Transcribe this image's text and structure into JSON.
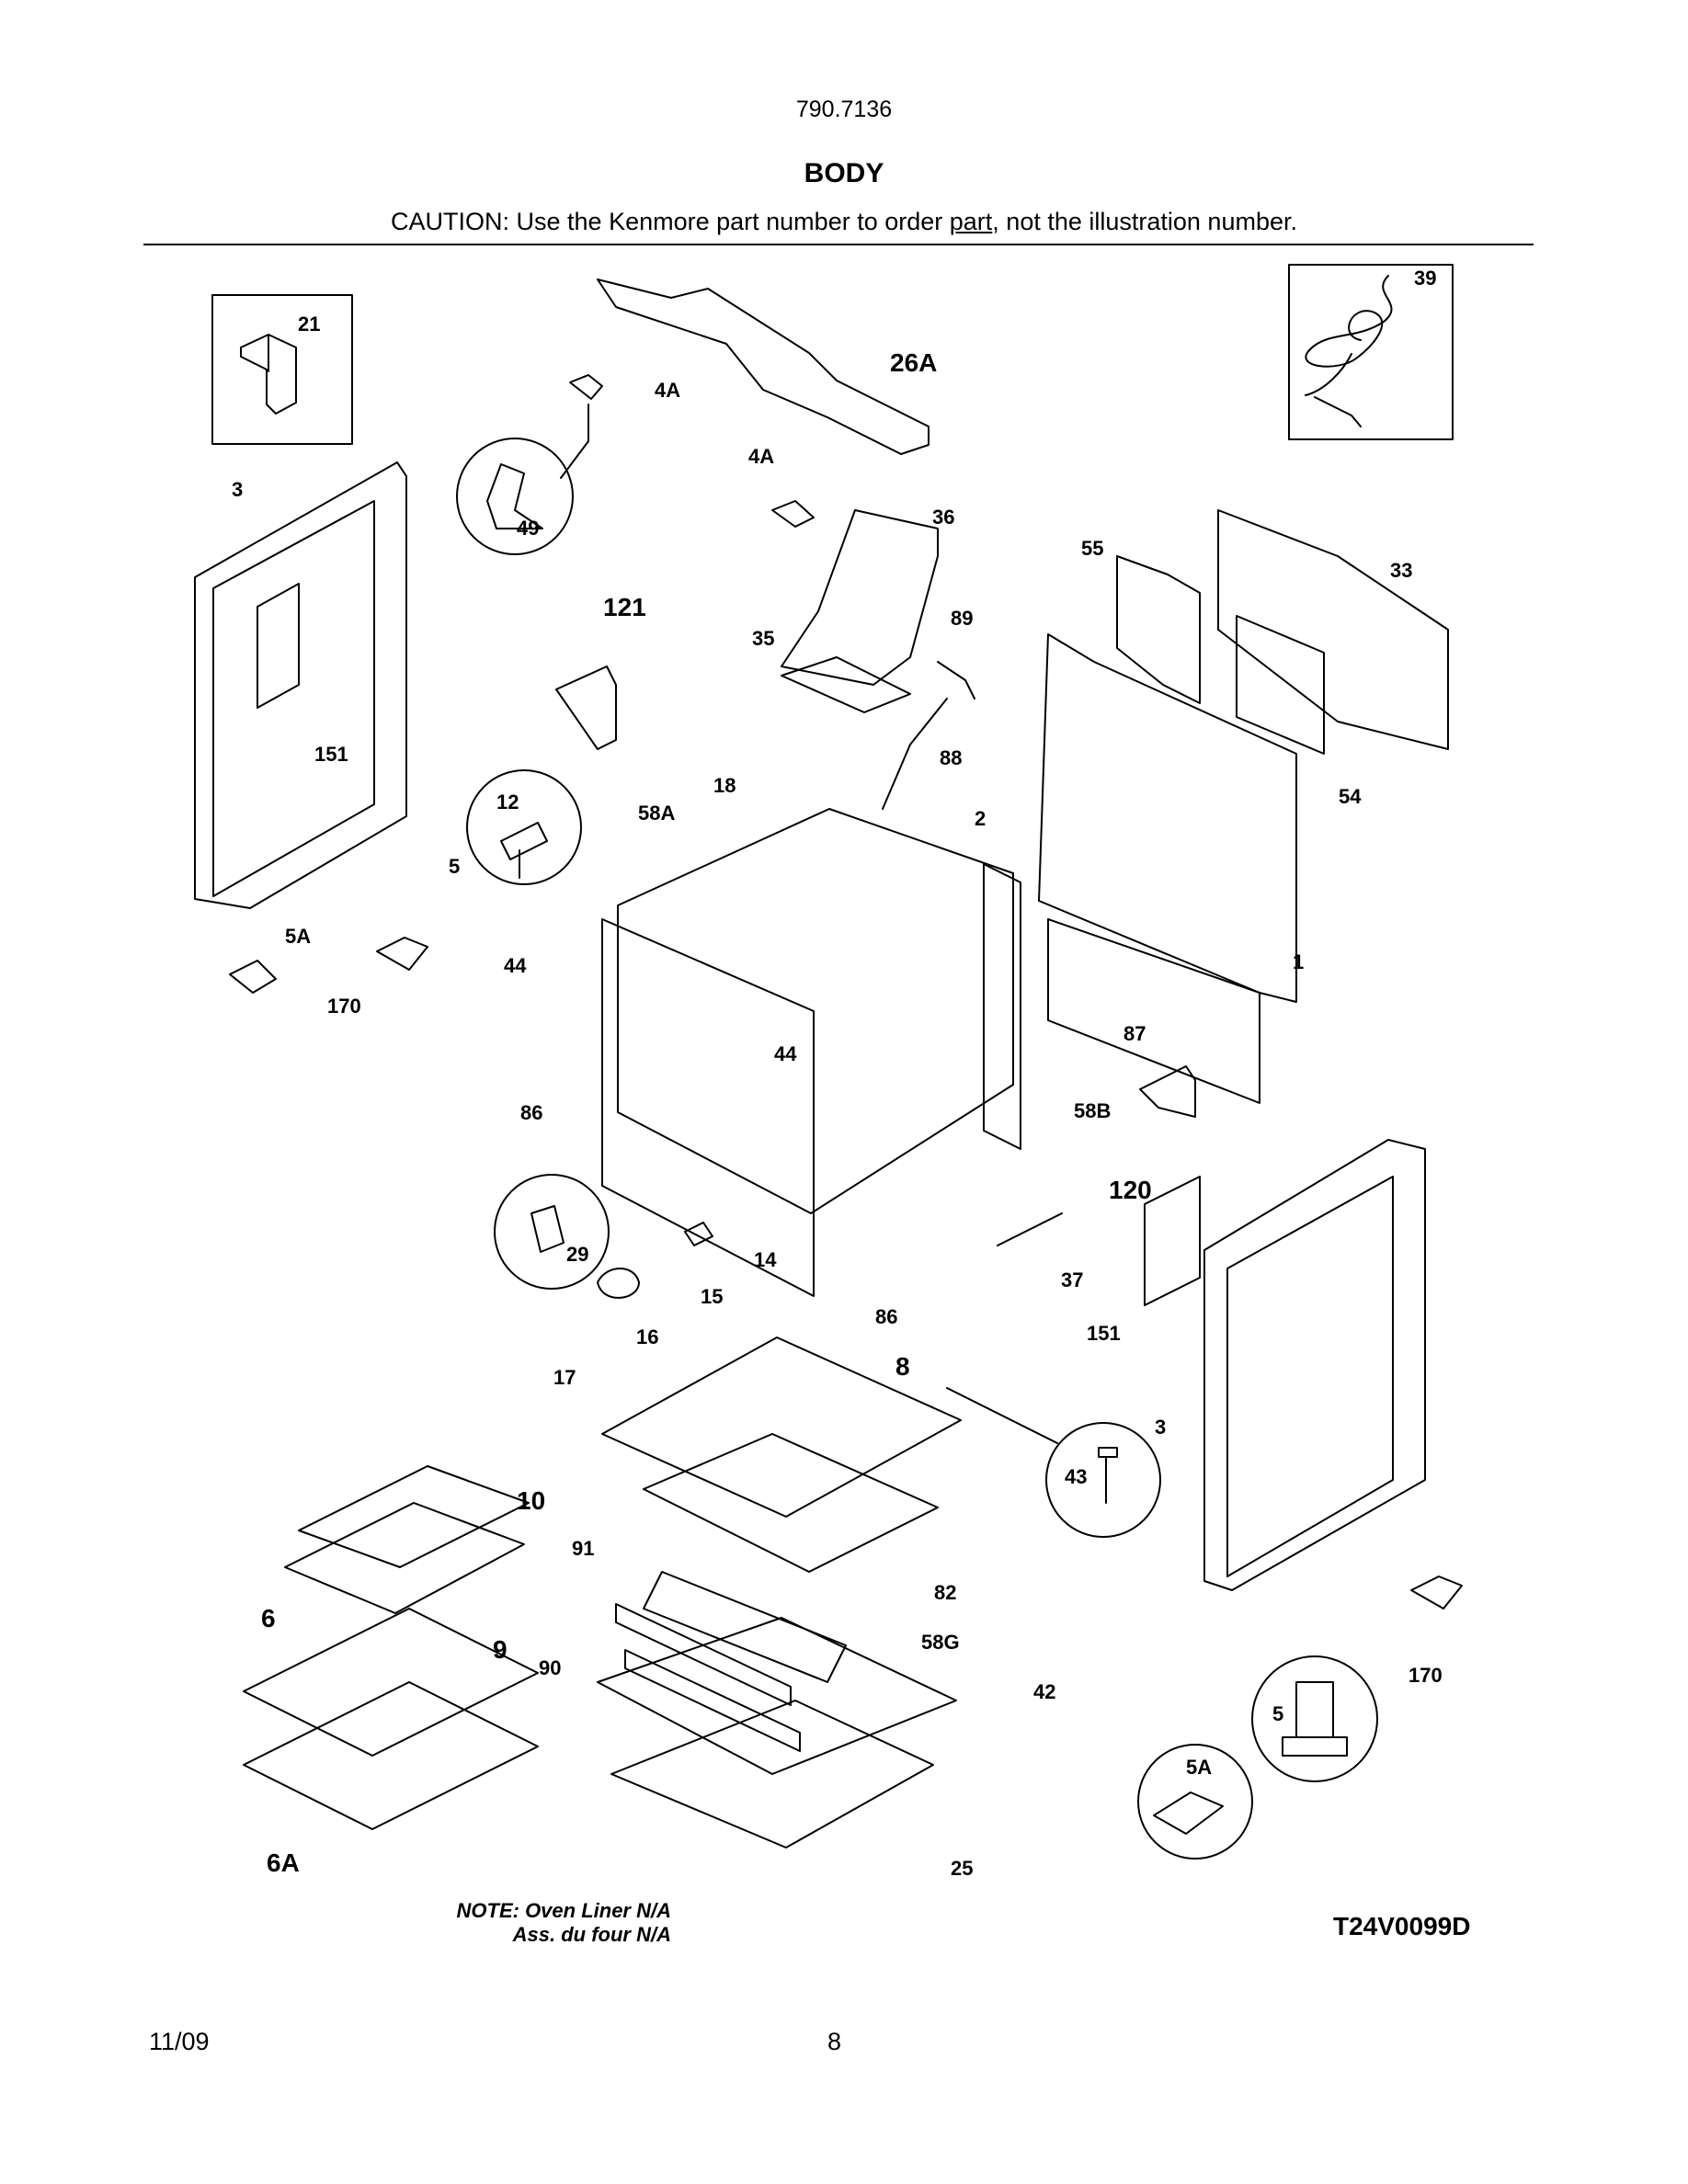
{
  "header": {
    "model": "790.7136",
    "title": "BODY",
    "caution_before": "CAUTION: Use the Kenmore part number to order ",
    "caution_underlined": "part",
    "caution_after": ", not the illustration number."
  },
  "callouts": {
    "c21": "21",
    "c39": "39",
    "c26A": "26A",
    "c4A_top": "4A",
    "c4A_mid": "4A",
    "c49": "49",
    "c3_left": "3",
    "c36": "36",
    "c55": "55",
    "c33": "33",
    "c121": "121",
    "c35": "35",
    "c89": "89",
    "c151_left": "151",
    "c88": "88",
    "c54": "54",
    "c12": "12",
    "c18": "18",
    "c58A": "58A",
    "c2": "2",
    "c5_top": "5",
    "c5A_top": "5A",
    "c44_left": "44",
    "c170_left": "170",
    "c1": "1",
    "c87": "87",
    "c44_mid": "44",
    "c86_left": "86",
    "c58B": "58B",
    "c120": "120",
    "c29": "29",
    "c14": "14",
    "c15": "15",
    "c16": "16",
    "c17": "17",
    "c86_right": "86",
    "c37": "37",
    "c151_right": "151",
    "c8": "8",
    "c3_right": "3",
    "c43": "43",
    "c10": "10",
    "c91": "91",
    "c82": "82",
    "c6": "6",
    "c9": "9",
    "c58G": "58G",
    "c90": "90",
    "c42": "42",
    "c170_right": "170",
    "c5_bottom": "5",
    "c5A_bottom": "5A",
    "c6A": "6A",
    "c25": "25"
  },
  "note_line1": "NOTE: Oven Liner N/A",
  "note_line2": "Ass. du four N/A",
  "drawing_code": "T24V0099D",
  "footer": {
    "date": "11/09",
    "page": "8"
  }
}
